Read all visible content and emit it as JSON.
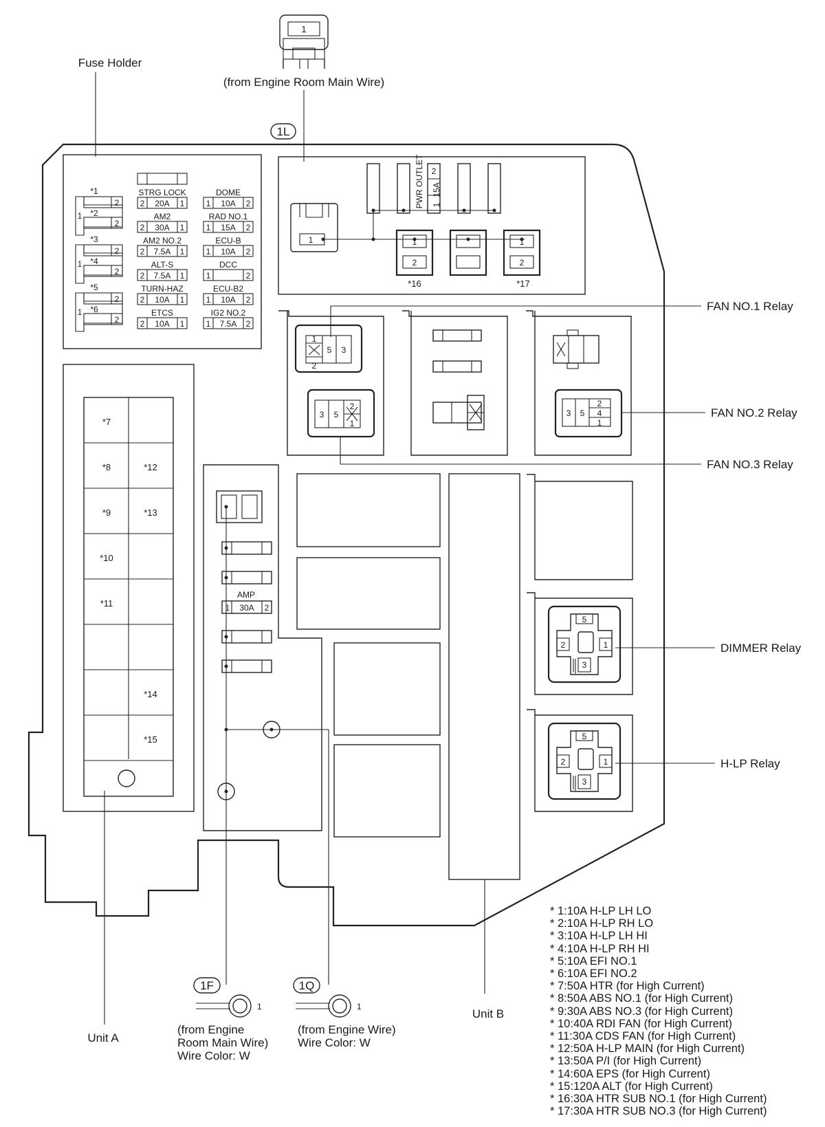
{
  "labels": {
    "fuse_holder": "Fuse Holder",
    "engine_room_main_wire": "(from Engine Room Main Wire)",
    "connector_1l": "1L",
    "fan1_relay": "FAN NO.1 Relay",
    "fan2_relay": "FAN NO.2 Relay",
    "fan3_relay": "FAN NO.3 Relay",
    "dimmer_relay": "DIMMER Relay",
    "hlp_relay": "H-LP Relay",
    "unit_a": "Unit A",
    "unit_b": "Unit B",
    "pwr_outlet": "PWR OUTLET",
    "star16": "*16",
    "star17": "*17",
    "amp": "AMP"
  },
  "terminals": {
    "t1f": {
      "tag": "1F",
      "pin": "1",
      "line1": "(from Engine",
      "line2": "Room Main Wire)",
      "line3": "Wire Color: W"
    },
    "t1q": {
      "tag": "1Q",
      "pin": "1",
      "line1": "(from Engine Wire)",
      "line2": "Wire Color: W"
    }
  },
  "fuse_holder": {
    "left_group": [
      "*1",
      "*2",
      "*3",
      "*4",
      "*5",
      "*6"
    ],
    "mid": [
      {
        "name": "STRG LOCK",
        "cells": [
          "2",
          "20A",
          "1"
        ]
      },
      {
        "name": "AM2",
        "cells": [
          "2",
          "30A",
          "1"
        ]
      },
      {
        "name": "AM2 NO.2",
        "cells": [
          "2",
          "7.5A",
          "1"
        ]
      },
      {
        "name": "ALT-S",
        "cells": [
          "2",
          "7.5A",
          "1"
        ]
      },
      {
        "name": "TURN-HAZ",
        "cells": [
          "2",
          "10A",
          "1"
        ]
      },
      {
        "name": "ETCS",
        "cells": [
          "2",
          "10A",
          "1"
        ]
      }
    ],
    "right": [
      {
        "name": "DOME",
        "cells": [
          "1",
          "10A",
          "2"
        ]
      },
      {
        "name": "RAD NO.1",
        "cells": [
          "1",
          "15A",
          "2"
        ]
      },
      {
        "name": "ECU-B",
        "cells": [
          "1",
          "10A",
          "2"
        ]
      },
      {
        "name": "DCC",
        "cells": [
          "1",
          "",
          "2"
        ]
      },
      {
        "name": "ECU-B2",
        "cells": [
          "1",
          "10A",
          "2"
        ]
      },
      {
        "name": "IG2 NO.2",
        "cells": [
          "1",
          "7.5A",
          "2"
        ]
      }
    ]
  },
  "unit_a_slots": {
    "left": [
      "*7",
      "*8",
      "*9",
      "*10",
      "*11"
    ],
    "right": [
      "*12",
      "*13",
      "*14",
      "*15"
    ]
  },
  "footnotes": [
    "* 1:10A H-LP LH LO",
    "* 2:10A H-LP RH LO",
    "* 3:10A H-LP LH HI",
    "* 4:10A H-LP RH HI",
    "* 5:10A EFI NO.1",
    "* 6:10A EFI NO.2",
    "* 7:50A HTR (for High Current)",
    "* 8:50A ABS NO.1 (for High Current)",
    "* 9:30A ABS NO.3 (for High Current)",
    "* 10:40A RDI FAN (for High Current)",
    "* 11:30A CDS FAN (for High Current)",
    "* 12:50A H-LP MAIN (for High Current)",
    "* 13:50A P/I (for High Current)",
    "* 14:60A EPS (for High Current)",
    "* 15:120A ALT (for High Current)",
    "* 16:30A HTR SUB NO.1 (for High Current)",
    "* 17:30A HTR SUB NO.3 (for High Current)"
  ]
}
